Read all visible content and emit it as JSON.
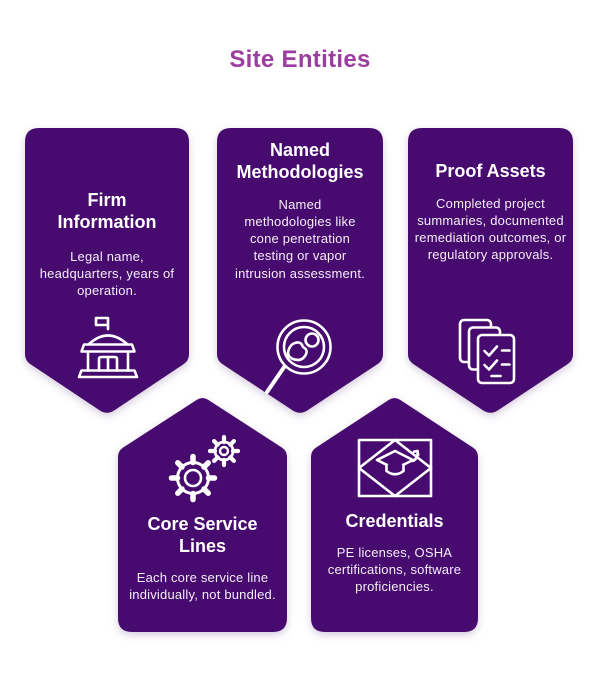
{
  "title": "Site Entities",
  "colors": {
    "accent_title": "#9C3EA0",
    "card_background": "#470A6E",
    "card_text": "#FFFFFF",
    "page_background": "#FFFFFF"
  },
  "cards": [
    {
      "id": "firm-information",
      "direction": "pointing-down",
      "title": "Firm Information",
      "body": "Legal name, headquarters, years of operation.",
      "icon": "bank-building-icon"
    },
    {
      "id": "named-methodologies",
      "direction": "pointing-down",
      "title": "Named Methodologies",
      "body": "Named methodologies like cone penetration testing or vapor intrusion assessment.",
      "icon": "magnifier-soil-analysis-icon"
    },
    {
      "id": "proof-assets",
      "direction": "pointing-down",
      "title": "Proof Assets",
      "body": "Completed project summaries, documented remediation outcomes, or regulatory approvals.",
      "icon": "checklist-documents-icon"
    },
    {
      "id": "core-service-lines",
      "direction": "pointing-up",
      "title": "Core Service Lines",
      "body": "Each core service line individually, not bundled.",
      "icon": "gears-icon"
    },
    {
      "id": "credentials",
      "direction": "pointing-up",
      "title": "Credentials",
      "body": "PE licenses, OSHA certifications, software proficiencies.",
      "icon": "graduation-cap-certificate-icon"
    }
  ]
}
